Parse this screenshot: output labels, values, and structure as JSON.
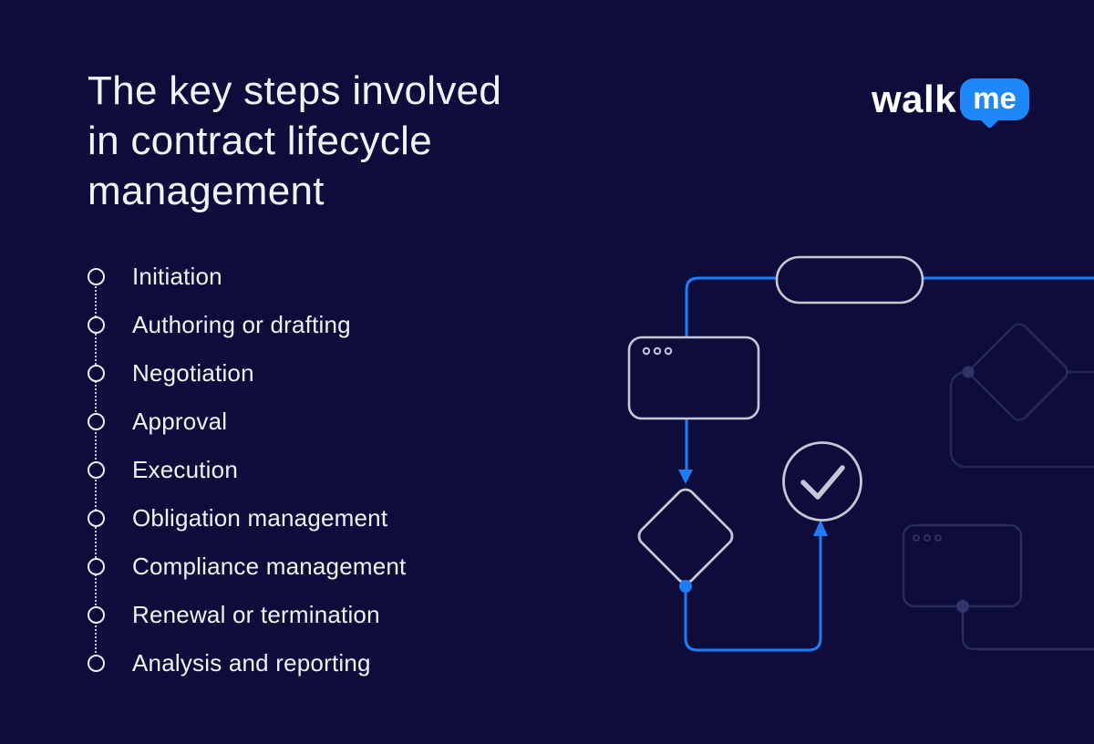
{
  "page": {
    "title": "The key steps involved in contract lifecycle management",
    "background_color": "#0d0c3a"
  },
  "header": {
    "title_lines": [
      "The key steps involved",
      "in contract lifecycle",
      "management"
    ]
  },
  "logo": {
    "brand": "WalkMe",
    "text_walk": "walk",
    "text_me": "me",
    "bubble_color": "#1e88f8"
  },
  "steps": {
    "items": [
      {
        "label": "Initiation"
      },
      {
        "label": "Authoring or drafting"
      },
      {
        "label": "Negotiation"
      },
      {
        "label": "Approval"
      },
      {
        "label": "Execution"
      },
      {
        "label": "Obligation management"
      },
      {
        "label": "Compliance management"
      },
      {
        "label": "Renewal or termination"
      },
      {
        "label": "Analysis and reporting"
      }
    ]
  },
  "illustration": {
    "icons": [
      "pill-node-icon",
      "browser-window-icon",
      "decision-diamond-icon",
      "check-circle-icon",
      "faded-diamond-icon",
      "faded-card-icon",
      "faded-browser-window-icon"
    ],
    "colors": {
      "accent_blue": "#1f7cf4",
      "shape_stroke": "#c3c7d6",
      "faded_stroke": "#262b59",
      "background": "#0d0c3a"
    }
  }
}
